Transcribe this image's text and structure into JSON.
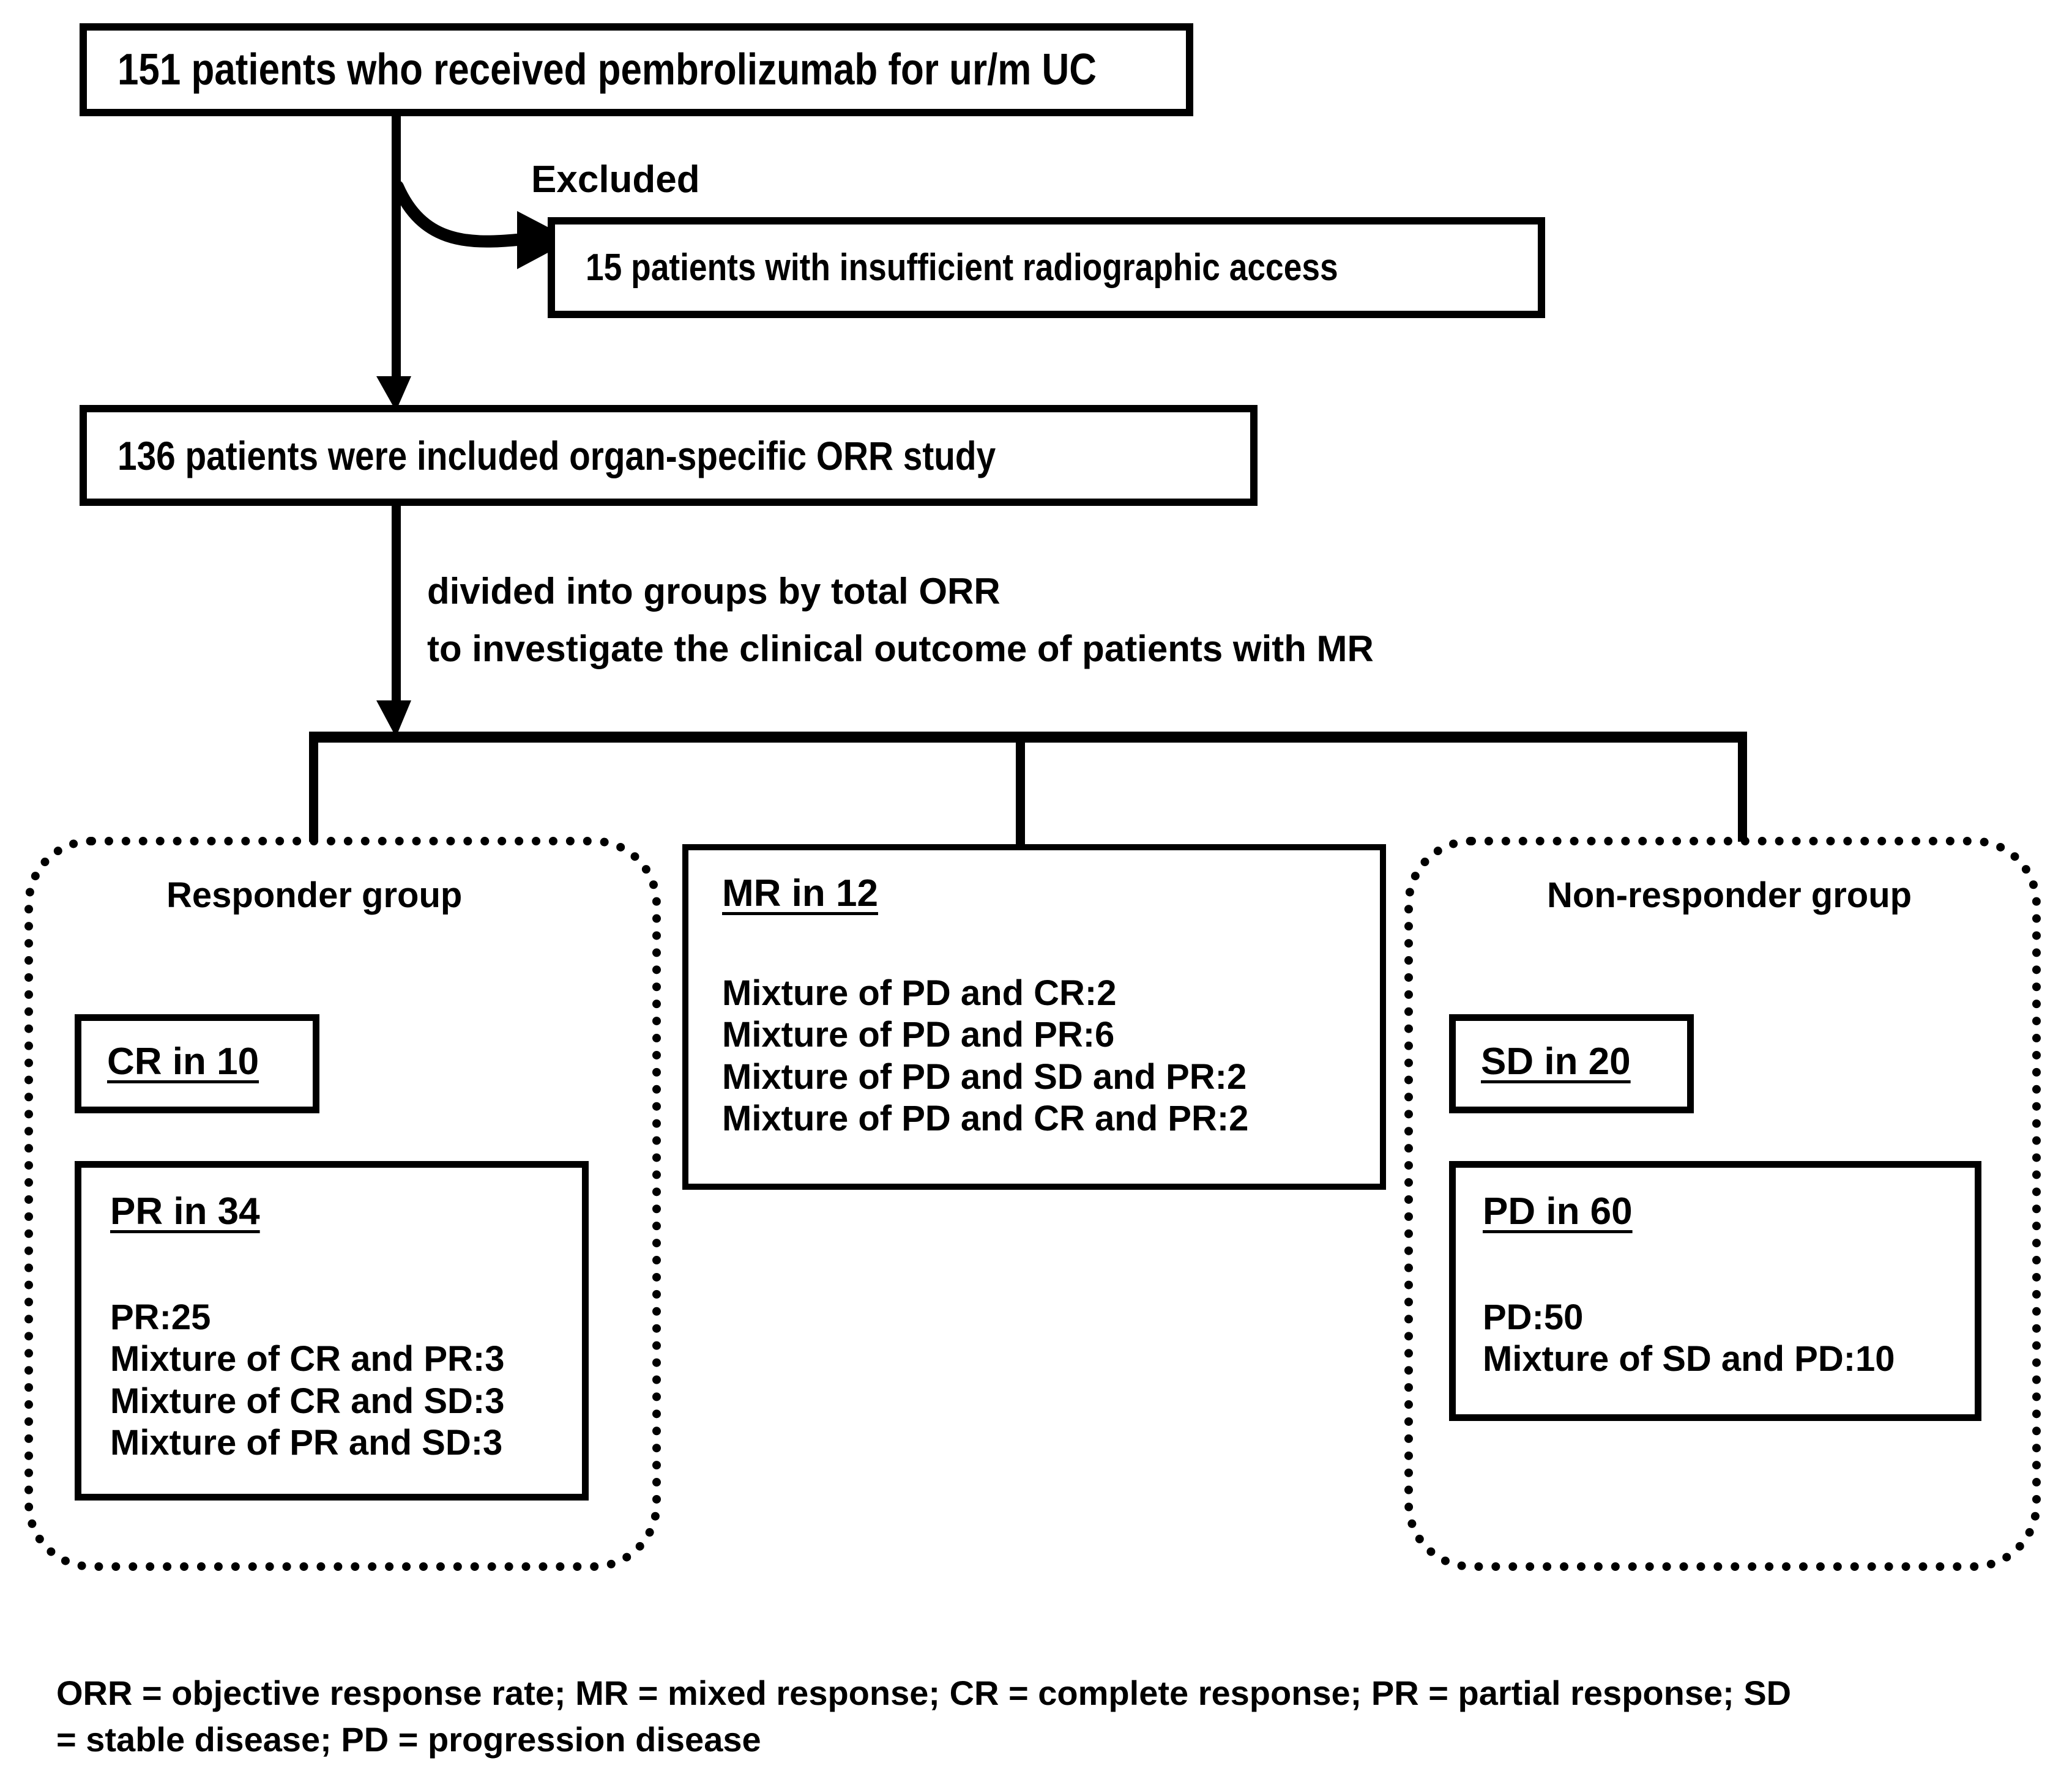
{
  "flow": {
    "top_box": {
      "text": "151 patients who received pembrolizumab for ur/m UC"
    },
    "excluded_label": {
      "text": "Excluded"
    },
    "excluded_box": {
      "text": "15 patients with insufficient radiographic access"
    },
    "included_box": {
      "text": "136 patients  were included  organ-specific  ORR study"
    },
    "divide_note_line1": {
      "text": "divided into groups by total ORR"
    },
    "divide_note_line2": {
      "text": "to investigate the clinical outcome of patients with MR"
    }
  },
  "groups": {
    "responder": {
      "title": "Responder group",
      "cr_box": {
        "heading": "CR  in 10"
      },
      "pr_box": {
        "heading": "PR  in 34",
        "lines": [
          "PR:25",
          "Mixture of CR and PR:3",
          "Mixture of CR and SD:3",
          "Mixture of PR and SD:3"
        ]
      }
    },
    "mixed": {
      "mr_box": {
        "heading": "MR  in 12",
        "lines": [
          "Mixture of PD and CR:2",
          "Mixture of PD and PR:6",
          "Mixture of PD and SD and PR:2",
          "Mixture of PD and CR and PR:2"
        ]
      }
    },
    "nonresponder": {
      "title": "Non-responder group",
      "sd_box": {
        "heading": "SD  in 20"
      },
      "pd_box": {
        "heading": "PD  in 60",
        "lines": [
          "PD:50",
          "Mixture of SD and PD:10"
        ]
      }
    }
  },
  "footnote": {
    "line1": "ORR = objective response rate; MR = mixed response; CR = complete response; PR = partial response; SD",
    "line2": "= stable disease; PD = progression disease"
  },
  "colors": {
    "ink": "#000000",
    "paper": "#ffffff"
  }
}
